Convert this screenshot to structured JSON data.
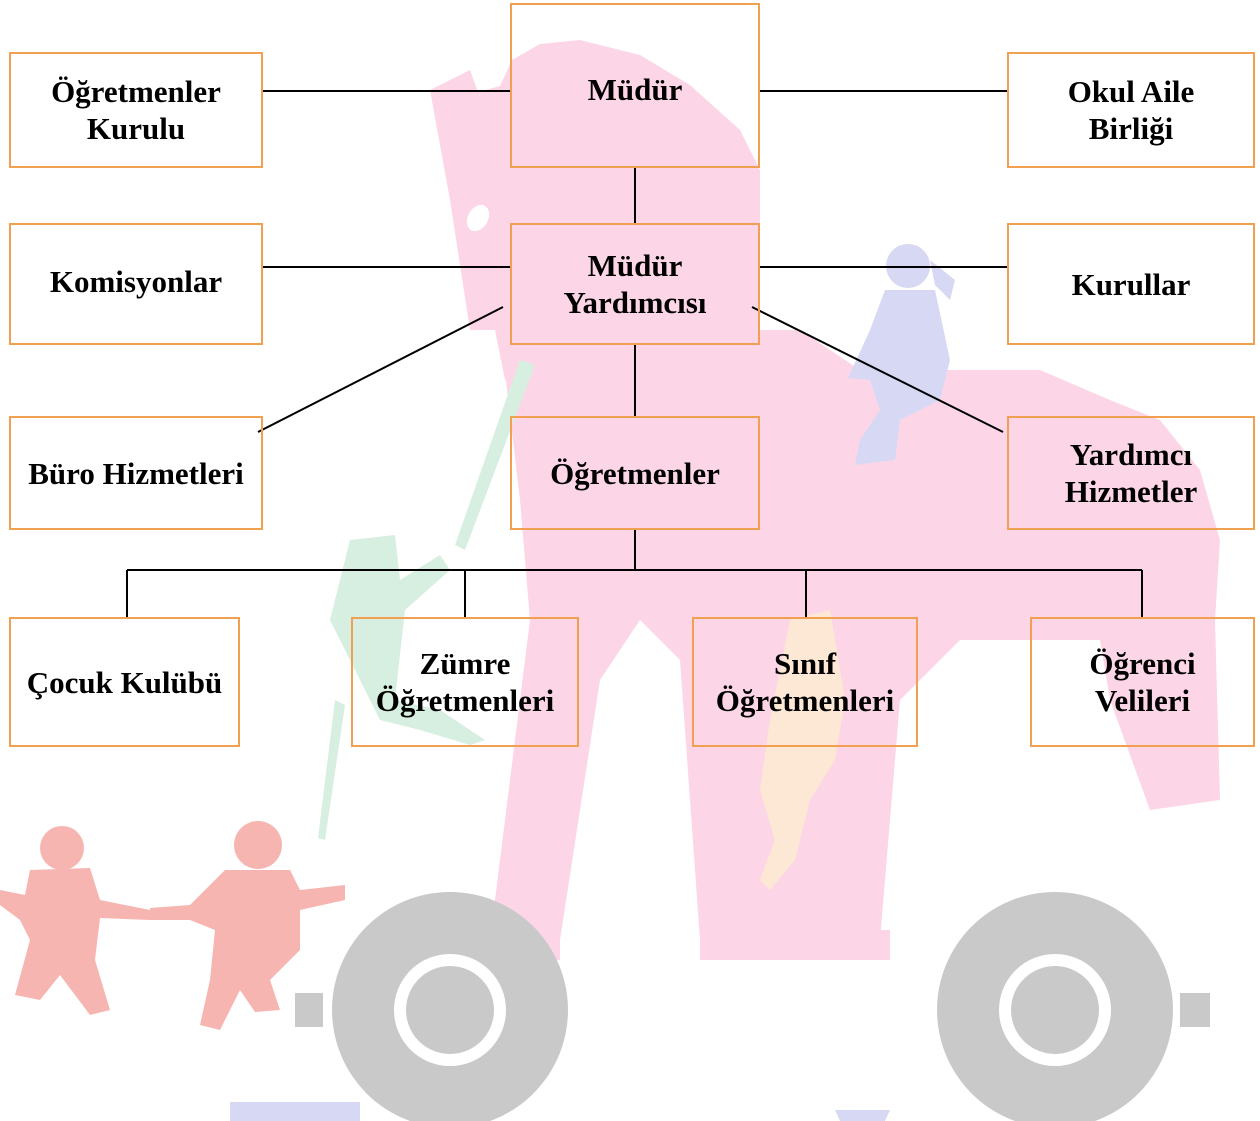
{
  "colors": {
    "node_border": "#f0a050",
    "horse": "#fcd6e6",
    "wheel": "#c9c9c9",
    "child_red": "#f7b5b1",
    "child_green": "#d7efe0",
    "child_blue": "#d7d8f4",
    "child_orange": "#fde8d6",
    "line": "#000000"
  },
  "illustration": {
    "description_icons": [
      "trojan-horse-illustration",
      "wheel-icon",
      "children-silhouette-icon"
    ]
  },
  "org_chart": {
    "nodes": {
      "mudur": "Müdür",
      "ogretmenler_kurulu": "Öğretmenler\nKurulu",
      "okul_aile_birligi": "Okul Aile\nBirliği",
      "mudur_yardimcisi": "Müdür\nYardımcısı",
      "komisyonlar": "Komisyonlar",
      "kurullar": "Kurullar",
      "buro_hizmetleri": "Büro Hizmetleri",
      "ogretmenler": "Öğretmenler",
      "yardimci_hizmetler": "Yardımcı\nHizmetler",
      "cocuk_kulubu": "Çocuk Kulübü",
      "zumre_ogretmenleri": "Zümre\nÖğretmenleri",
      "sinif_ogretmenleri": "Sınıf\nÖğretmenleri",
      "ogrenci_velileri": "Öğrenci\nVelileri"
    },
    "edges": [
      [
        "mudur",
        "ogretmenler_kurulu"
      ],
      [
        "mudur",
        "okul_aile_birligi"
      ],
      [
        "mudur",
        "mudur_yardimcisi"
      ],
      [
        "mudur_yardimcisi",
        "komisyonlar"
      ],
      [
        "mudur_yardimcisi",
        "kurullar"
      ],
      [
        "mudur_yardimcisi",
        "buro_hizmetleri"
      ],
      [
        "mudur_yardimcisi",
        "ogretmenler"
      ],
      [
        "mudur_yardimcisi",
        "yardimci_hizmetler"
      ],
      [
        "ogretmenler",
        "cocuk_kulubu"
      ],
      [
        "ogretmenler",
        "zumre_ogretmenleri"
      ],
      [
        "ogretmenler",
        "sinif_ogretmenleri"
      ],
      [
        "ogretmenler",
        "ogrenci_velileri"
      ]
    ]
  }
}
